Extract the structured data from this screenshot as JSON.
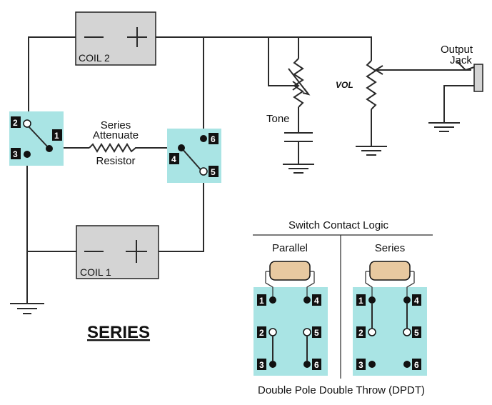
{
  "coils": {
    "coil2": {
      "label": "COIL 2",
      "minus": "–",
      "plus": "+"
    },
    "coil1": {
      "label": "COIL 1",
      "minus": "–",
      "plus": "+"
    }
  },
  "switch": {
    "left_terminals": [
      "2",
      "1",
      "3"
    ],
    "right_terminals": [
      "6",
      "4",
      "5"
    ]
  },
  "resistor_label": {
    "line1": "Series",
    "line2": "Attenuate",
    "line3": "Resistor"
  },
  "tone_label": "Tone",
  "vol_label": "VOL",
  "output_label": {
    "line1": "Output",
    "line2": "Jack"
  },
  "title": "SERIES",
  "logic": {
    "title": "Switch Contact Logic",
    "parallel_label": "Parallel",
    "series_label": "Series",
    "terminals": [
      "1",
      "4",
      "2",
      "5",
      "3",
      "6"
    ],
    "footer": "Double Pole Double Throw (DPDT)"
  },
  "colors": {
    "switch_fill": "#a9e4e4",
    "coil_fill": "#d4d4d4",
    "resistor_fill": "#e8c9a0"
  }
}
